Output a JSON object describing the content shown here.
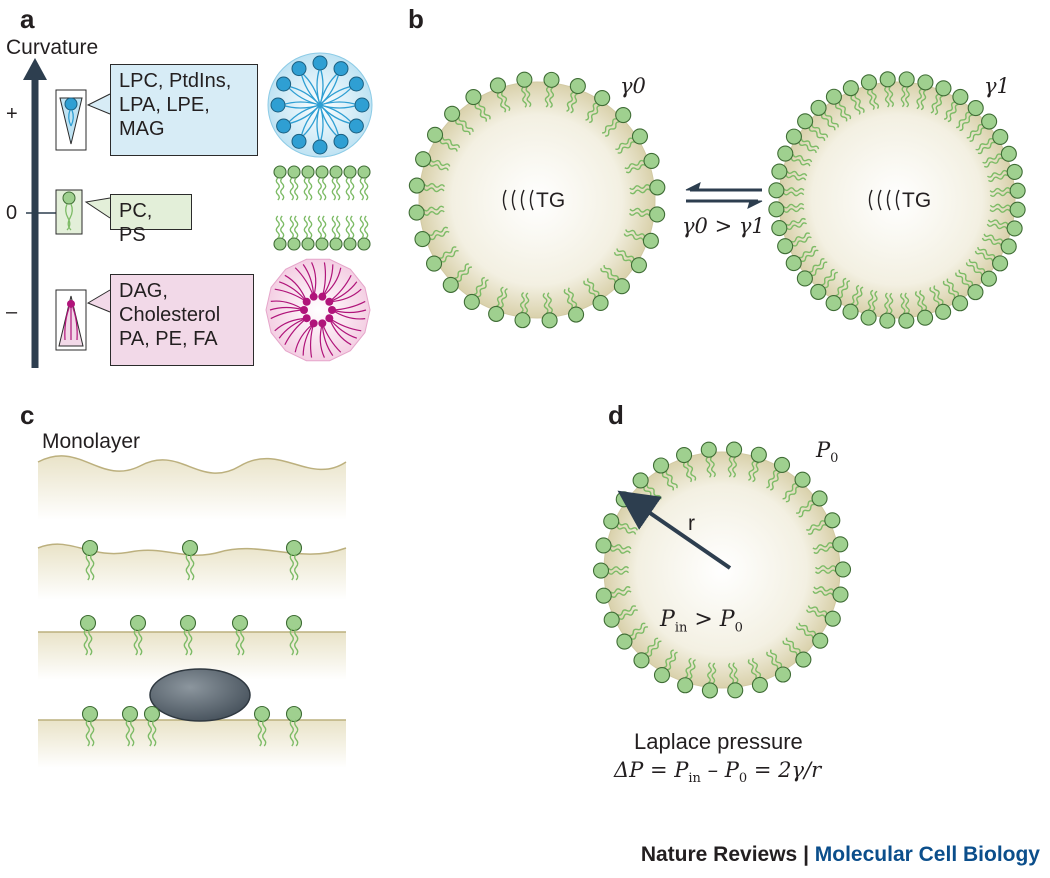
{
  "panels": {
    "a": "a",
    "b": "b",
    "c": "c",
    "d": "d"
  },
  "panel_a": {
    "axis_label": "Curvature",
    "ticks": [
      "+",
      "0",
      "–"
    ],
    "groups": [
      {
        "lines": [
          "LPC, PtdIns,",
          "LPA, LPE,",
          "MAG"
        ]
      },
      {
        "lines": [
          "PC, PS"
        ]
      },
      {
        "lines": [
          "DAG,",
          "Cholesterol",
          "PA, PE, FA"
        ]
      }
    ]
  },
  "panel_b": {
    "left_gamma": "γ0",
    "right_gamma": "γ1",
    "core_label": "TG",
    "relation": "γ0 > γ1"
  },
  "panel_c": {
    "title": "Monolayer"
  },
  "panel_d": {
    "outer_pressure": "P",
    "outer_sub": "0",
    "radius_label": "r",
    "inner_p": "P",
    "inner_sub": "in",
    "inner_gt": " > ",
    "inner_p0": "P",
    "inner_p0_sub": "0",
    "caption": "Laplace pressure",
    "equation": "ΔP = P",
    "eq_sub_in": "in",
    "eq_minus": " – P",
    "eq_sub_0": "0",
    "eq_tail": " = 2γ/r"
  },
  "footer": {
    "journal": "Nature Reviews",
    "separator": " | ",
    "section": "Molecular Cell Biology"
  },
  "colors": {
    "lipid_head": "#9fd08f",
    "lipid_head_stroke": "#3f6d35",
    "lipid_tail": "#7dbb66",
    "droplet_fill": "#ede9d6",
    "droplet_edge": "#cfc6a0",
    "axis": "#2d3e4f",
    "micelle_blue": "#2f9fd3",
    "micelle_pink": "#b0147a",
    "protein": "#5a6670"
  }
}
